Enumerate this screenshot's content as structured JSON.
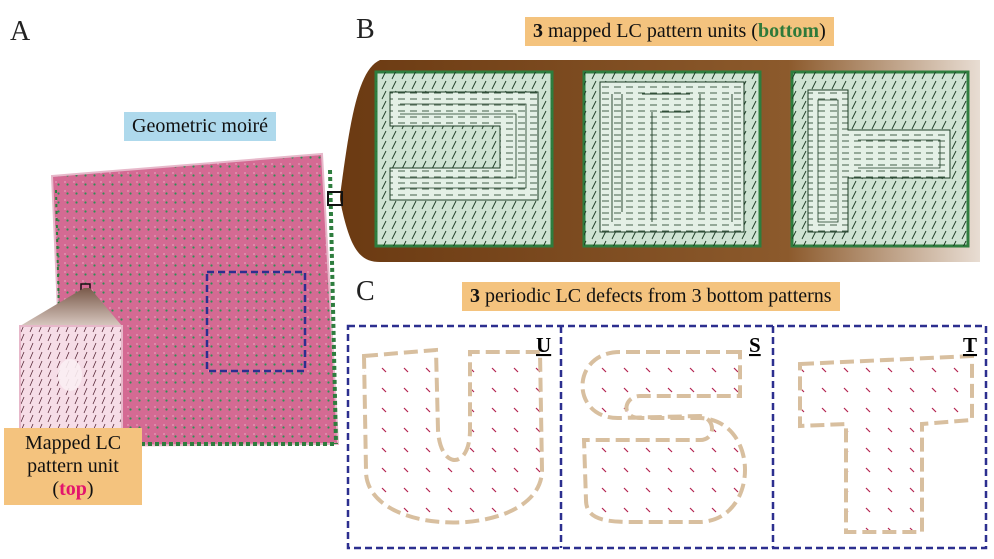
{
  "panels": {
    "a": "A",
    "b": "B",
    "c": "C"
  },
  "labels": {
    "geometric_moire": "Geometric moiré",
    "b_title_num": "3",
    "b_title_text": " mapped LC pattern units (",
    "b_title_bold": "bottom",
    "b_title_close": ")",
    "c_title_num": "3",
    "c_title_text": " periodic LC defects from 3 bottom patterns",
    "top_unit_line1": "Mapped LC",
    "top_unit_line2": "pattern unit",
    "top_unit_open": "(",
    "top_unit_bold": "top",
    "top_unit_close": ")"
  },
  "defect_letters": [
    "U",
    "S",
    "T"
  ],
  "colors": {
    "orange_tag": "#f4c37e",
    "blue_tag": "#aed9ec",
    "moire_pink": "#d46a93",
    "green_border": "#2e7d3e",
    "navy_dash": "#2c2f8f",
    "tan_outline": "#d8bf9f",
    "defect_red": "#b3234f"
  }
}
